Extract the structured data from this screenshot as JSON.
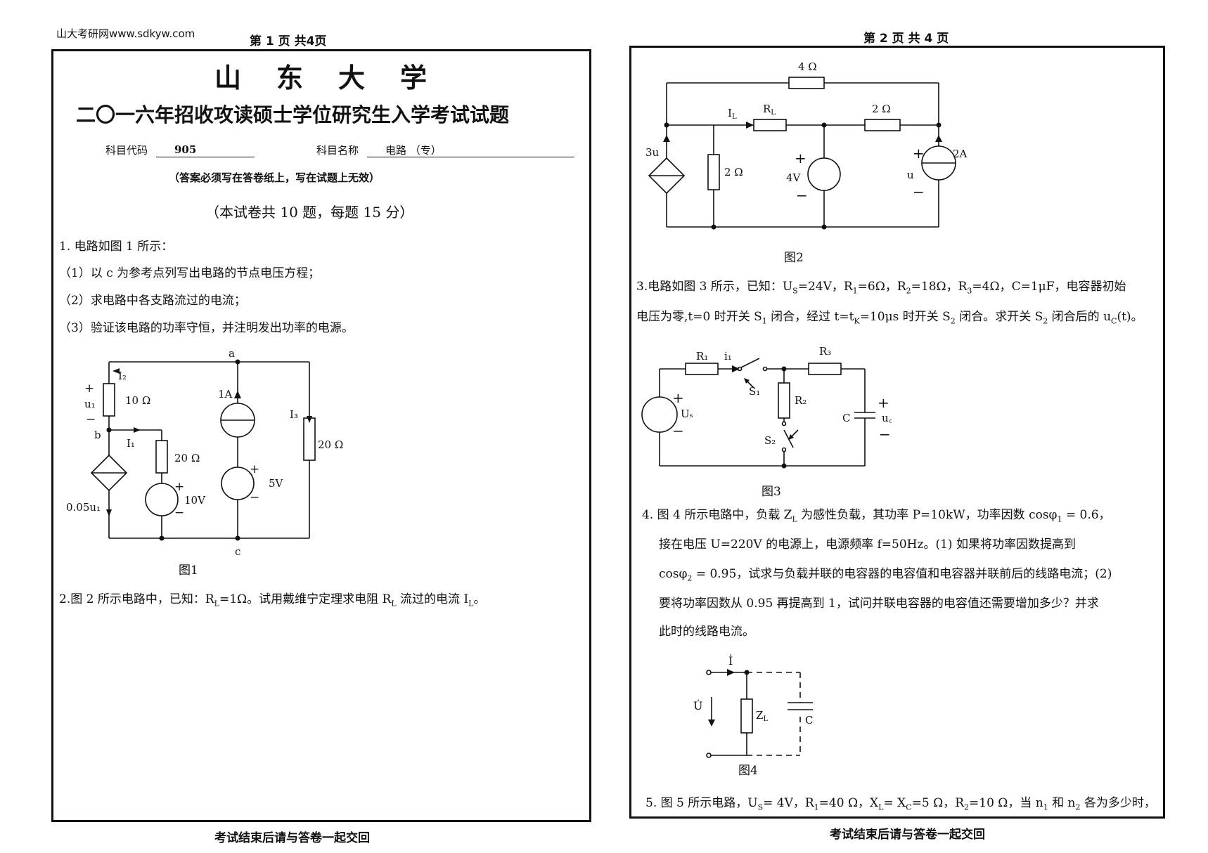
{
  "header": {
    "site": "山大考研网www.sdkyw.com",
    "page1": "第 1 页  共4页",
    "page2": "第 2 页  共 4 页"
  },
  "page1": {
    "university": "山　东　大　学",
    "exam_title": "二〇一六年招收攻读硕士学位研究生入学考试试题",
    "code_label": "科目代码",
    "code_value": "905",
    "name_label": "科目名称",
    "name_value": "电路 （专）",
    "notice": "（答案必须写在答卷纸上，写在试题上无效）",
    "scoring": "（本试卷共 10 题，每题 15 分）",
    "q1": {
      "stem": "1. 电路如图 1 所示：",
      "p1": "（1）以 c 为参考点列写出电路的节点电压方程；",
      "p2": "（2）求电路中各支路流过的电流；",
      "p3": "（3）验证该电路的功率守恒，并注明发出功率的电源。"
    },
    "fig1": {
      "caption": "图1",
      "a": "a",
      "b": "b",
      "c": "c",
      "I2": "I₂",
      "I1": "I₁",
      "I3": "I₃",
      "u1": "u₁",
      "plus": "+",
      "minus": "−",
      "r10": "10 Ω",
      "r20a": "20 Ω",
      "r20b": "20 Ω",
      "src1a": "1A",
      "src10v": "10V",
      "src5v": "5V",
      "dep": "0.05u₁"
    },
    "q2": "2.图 2 所示电路中，已知：R",
    "q2_sub1": "L",
    "q2_mid": "=1Ω。试用戴维宁定理求电阻 R",
    "q2_sub2": "L",
    "q2_mid2": " 流过的电流 I",
    "q2_sub3": "L",
    "q2_end": "。",
    "footer": "考试结束后请与答卷一起交回"
  },
  "page2": {
    "fig2": {
      "caption": "图2",
      "r4": "4 Ω",
      "rl": "R",
      "rl_sub": "L",
      "il": "I",
      "il_sub": "L",
      "r2a": "2 Ω",
      "r2b": "2 Ω",
      "dep": "3u",
      "v4": "4V",
      "a2": "2A",
      "u": "u",
      "plus": "+",
      "minus": "−"
    },
    "q3": {
      "line1": "3.电路如图 3 所示，已知：U",
      "l1_s1": "S",
      "l1_t1": "=24V，R",
      "l1_s2": "1",
      "l1_t2": "=6Ω，R",
      "l1_s3": "2",
      "l1_t3": "=18Ω，R",
      "l1_s4": "3",
      "l1_t4": "=4Ω，C=1μF，电容器初始",
      "line2": "电压为零,t=0 时开关 S",
      "l2_s1": "1",
      "l2_t1": " 闭合，经过 t=t",
      "l2_s2": "K",
      "l2_t2": "=10μs 时开关 S",
      "l2_s3": "2",
      "l2_t3": " 闭合。求开关 S",
      "l2_s4": "2",
      "l2_t4": " 闭合后的 u",
      "l2_s5": "C",
      "l2_t5": "(t)。"
    },
    "fig3": {
      "caption": "图3",
      "r1": "R₁",
      "i1": "i₁",
      "r3": "R₃",
      "r2": "R₂",
      "s1": "S₁",
      "s2": "S₂",
      "us": "Uₛ",
      "c": "C",
      "uc": "u꜀",
      "plus": "+",
      "minus": "−"
    },
    "q4": {
      "line1": "4. 图 4 所示电路中，负载 Z",
      "l1_s1": "L",
      "l1_t1": " 为感性负载，其功率 P=10kW，功率因数 cosφ",
      "l1_s2": "1",
      "l1_t2": " = 0.6，",
      "line2": "接在电压 U=220V 的电源上，电源频率 f=50Hz。(1) 如果将功率因数提高到",
      "line3": "cosφ",
      "l3_s1": "2",
      "l3_t1": " = 0.95，试求与负载并联的电容器的电容值和电容器并联前后的线路电流；(2)",
      "line4": "要将功率因数从 0.95 再提高到 1，试问并联电容器的电容值还需要增加多少？并求",
      "line5": "此时的线路电流。"
    },
    "fig4": {
      "caption": "图4",
      "i": "İ",
      "u": "U̇",
      "zl": "Z",
      "zl_sub": "L",
      "c": "C"
    },
    "q5": {
      "line1": "5. 图 5 所示电路，U",
      "s1": "S",
      "t1": "= 4V，R",
      "s2": "1",
      "t2": "=40 Ω，X",
      "s3": "L",
      "t3": "= X",
      "s4": "C",
      "t4": "=5 Ω，R",
      "s5": "2",
      "t5": "=10 Ω，当 n",
      "s6": "1",
      "t6": " 和 n",
      "s7": "2",
      "t7": " 各为多少时，"
    },
    "footer": "考试结束后请与答卷一起交回"
  }
}
